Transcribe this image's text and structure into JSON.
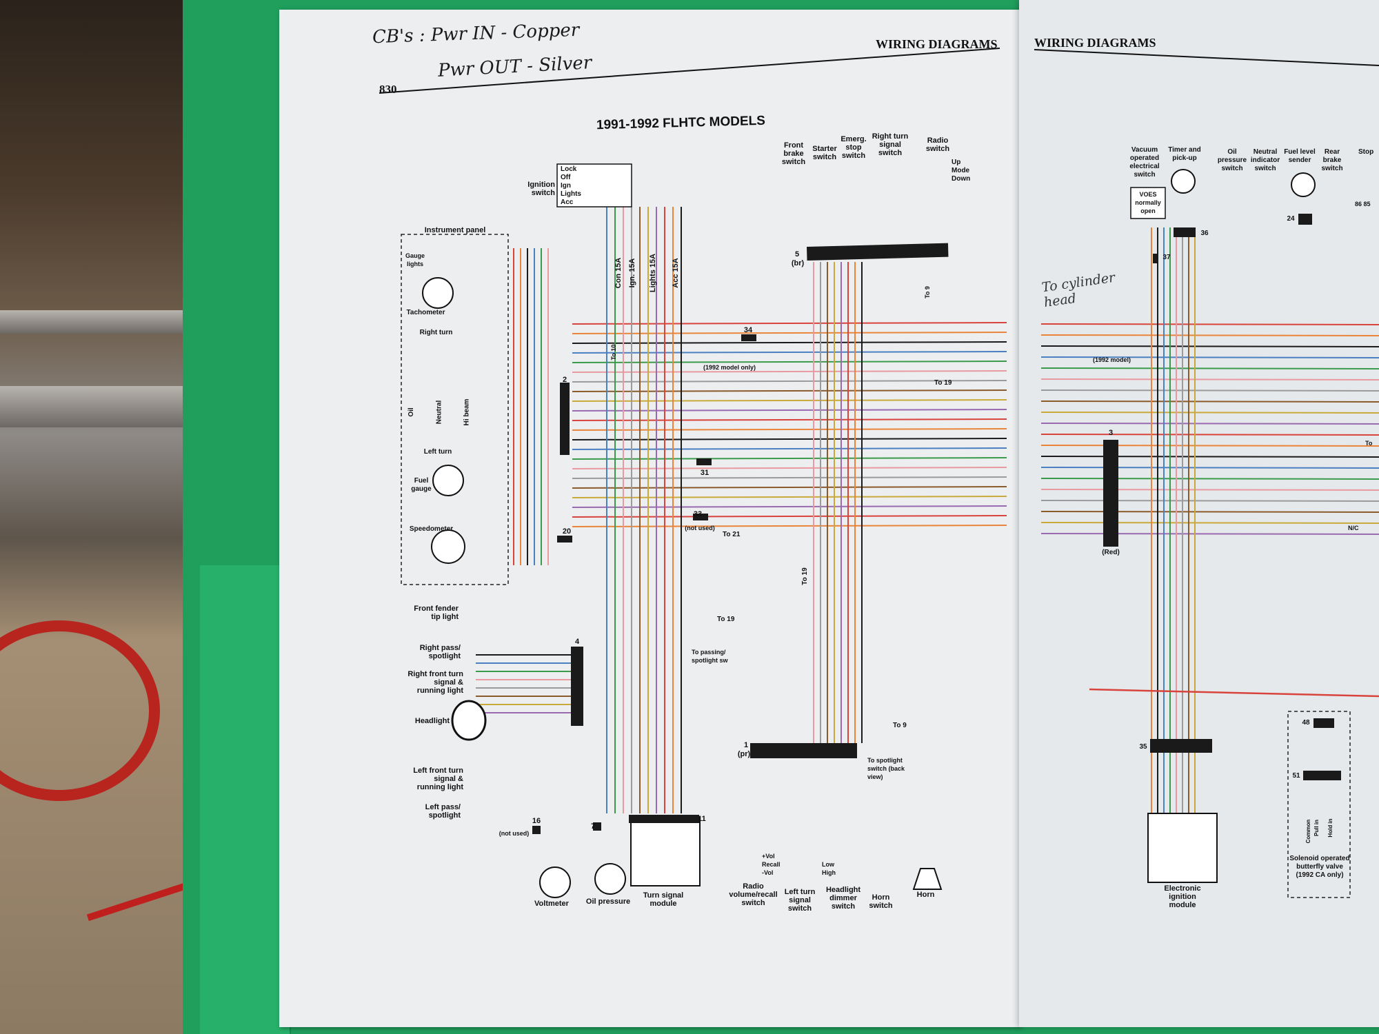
{
  "handwriting": {
    "line1": "CB's : Pwr IN - Copper",
    "line2": "Pwr OUT - Silver",
    "cylinder_note": "To cylinder head"
  },
  "page": {
    "header_left": "WIRING DIAGRAMS",
    "header_right": "WIRING DIAGRAMS",
    "page_number": "830"
  },
  "diagram": {
    "title": "1991-1992 FLHTC MODELS",
    "ignition": {
      "label": "Ignition switch",
      "positions": [
        "Lock",
        "Off",
        "Ign",
        "Lights",
        "Acc"
      ]
    },
    "fuses": [
      "Con 15A",
      "Ign. 15A",
      "Lights 15A",
      "Acc 15A"
    ],
    "handlebar_switches": [
      "Front brake switch",
      "Starter switch",
      "Emerg. stop switch",
      "Right turn signal switch",
      "Radio switch"
    ],
    "radio_positions": [
      "Up",
      "Mode",
      "Down"
    ],
    "instrument_panel": {
      "label": "Instrument panel",
      "items": [
        "Gauge lights",
        "Tachometer",
        "Right turn",
        "Oil",
        "Neutral",
        "Hi beam",
        "Left turn",
        "Fuel gauge",
        "Speedometer"
      ]
    },
    "front_lamps": [
      "Front fender tip light",
      "Right pass/ spotlight",
      "Right front turn signal & running light",
      "Headlight",
      "Left front turn signal & running light",
      "Left pass/ spotlight"
    ],
    "bottom_components": [
      "Voltmeter",
      "Oil pressure",
      "Turn signal module",
      "Radio volume/recall switch",
      "Left turn signal switch",
      "Headlight dimmer switch",
      "Horn switch",
      "Horn"
    ],
    "radio_volume_positions": [
      "+Vol",
      "Recall",
      "-Vol"
    ],
    "dimmer_positions": [
      "Low",
      "High"
    ],
    "connectors": [
      "2",
      "4",
      "5 (br)",
      "1 (pr)",
      "31",
      "33 (not used)",
      "34",
      "20",
      "16 (not used)",
      "7",
      "11"
    ],
    "connector_labels": {
      "c5": "5",
      "c5b": "(br)",
      "c1": "1",
      "c1b": "(pr)",
      "c2": "2",
      "c4": "4",
      "c31": "31",
      "c33": "33",
      "c33b": "(not used)",
      "c34": "34",
      "c20": "20",
      "c16": "16",
      "c16b": "(not used)",
      "c7": "7",
      "c11": "11"
    },
    "references": [
      "To 10",
      "To 9",
      "To 19",
      "To 21",
      "To passing/ spotlight sw",
      "To spotlight switch (back view)",
      "(1992 model only)"
    ],
    "ref": {
      "to10": "To 10",
      "to9a": "To 9",
      "to19a": "To 19",
      "to21": "To 21",
      "to19b": "To 19",
      "to19c": "To 19",
      "to9b": "To 9",
      "passing": "To passing/ spotlight sw",
      "spot": "To spotlight switch (back view)",
      "only92": "(1992 model only)"
    },
    "right_page": {
      "components": [
        "Vacuum operated electrical switch",
        "Timer and pick-up",
        "Oil pressure switch",
        "Neutral indicator switch",
        "Fuel level sender",
        "Rear brake switch",
        "Stop"
      ],
      "voes_note": "VOES normally open",
      "connectors": [
        "3 (Red)",
        "36",
        "37",
        "24",
        "35",
        "48",
        "51"
      ],
      "connector_labels": {
        "c3": "3",
        "c3b": "(Red)",
        "c36": "36",
        "c37": "37",
        "c24": "24",
        "c35": "35",
        "c48": "48",
        "c51": "51"
      },
      "model_note": "(1992 model)",
      "nc": "N/C",
      "relay_pins": "86 85",
      "to_ref": "To",
      "electronic_ignition": "Electronic ignition module",
      "solenoid": "Solenoid operated butterfly valve (1992 CA only)",
      "solenoid_pins": [
        "Common",
        "Pull in",
        "Hold in"
      ]
    }
  },
  "wire_colors": {
    "red": "#d8433c",
    "orange": "#e9843a",
    "black": "#1a1a1a",
    "blue": "#4a7fc0",
    "green": "#3a9a4a",
    "pink": "#e89aa0",
    "gray": "#9a9a9a",
    "brown": "#8a5a2a",
    "yellow": "#c9a93a",
    "violet": "#9a6ab0",
    "white": "#f4f4f4"
  },
  "surroundings": {
    "folder_color": "#1f9e5c"
  }
}
